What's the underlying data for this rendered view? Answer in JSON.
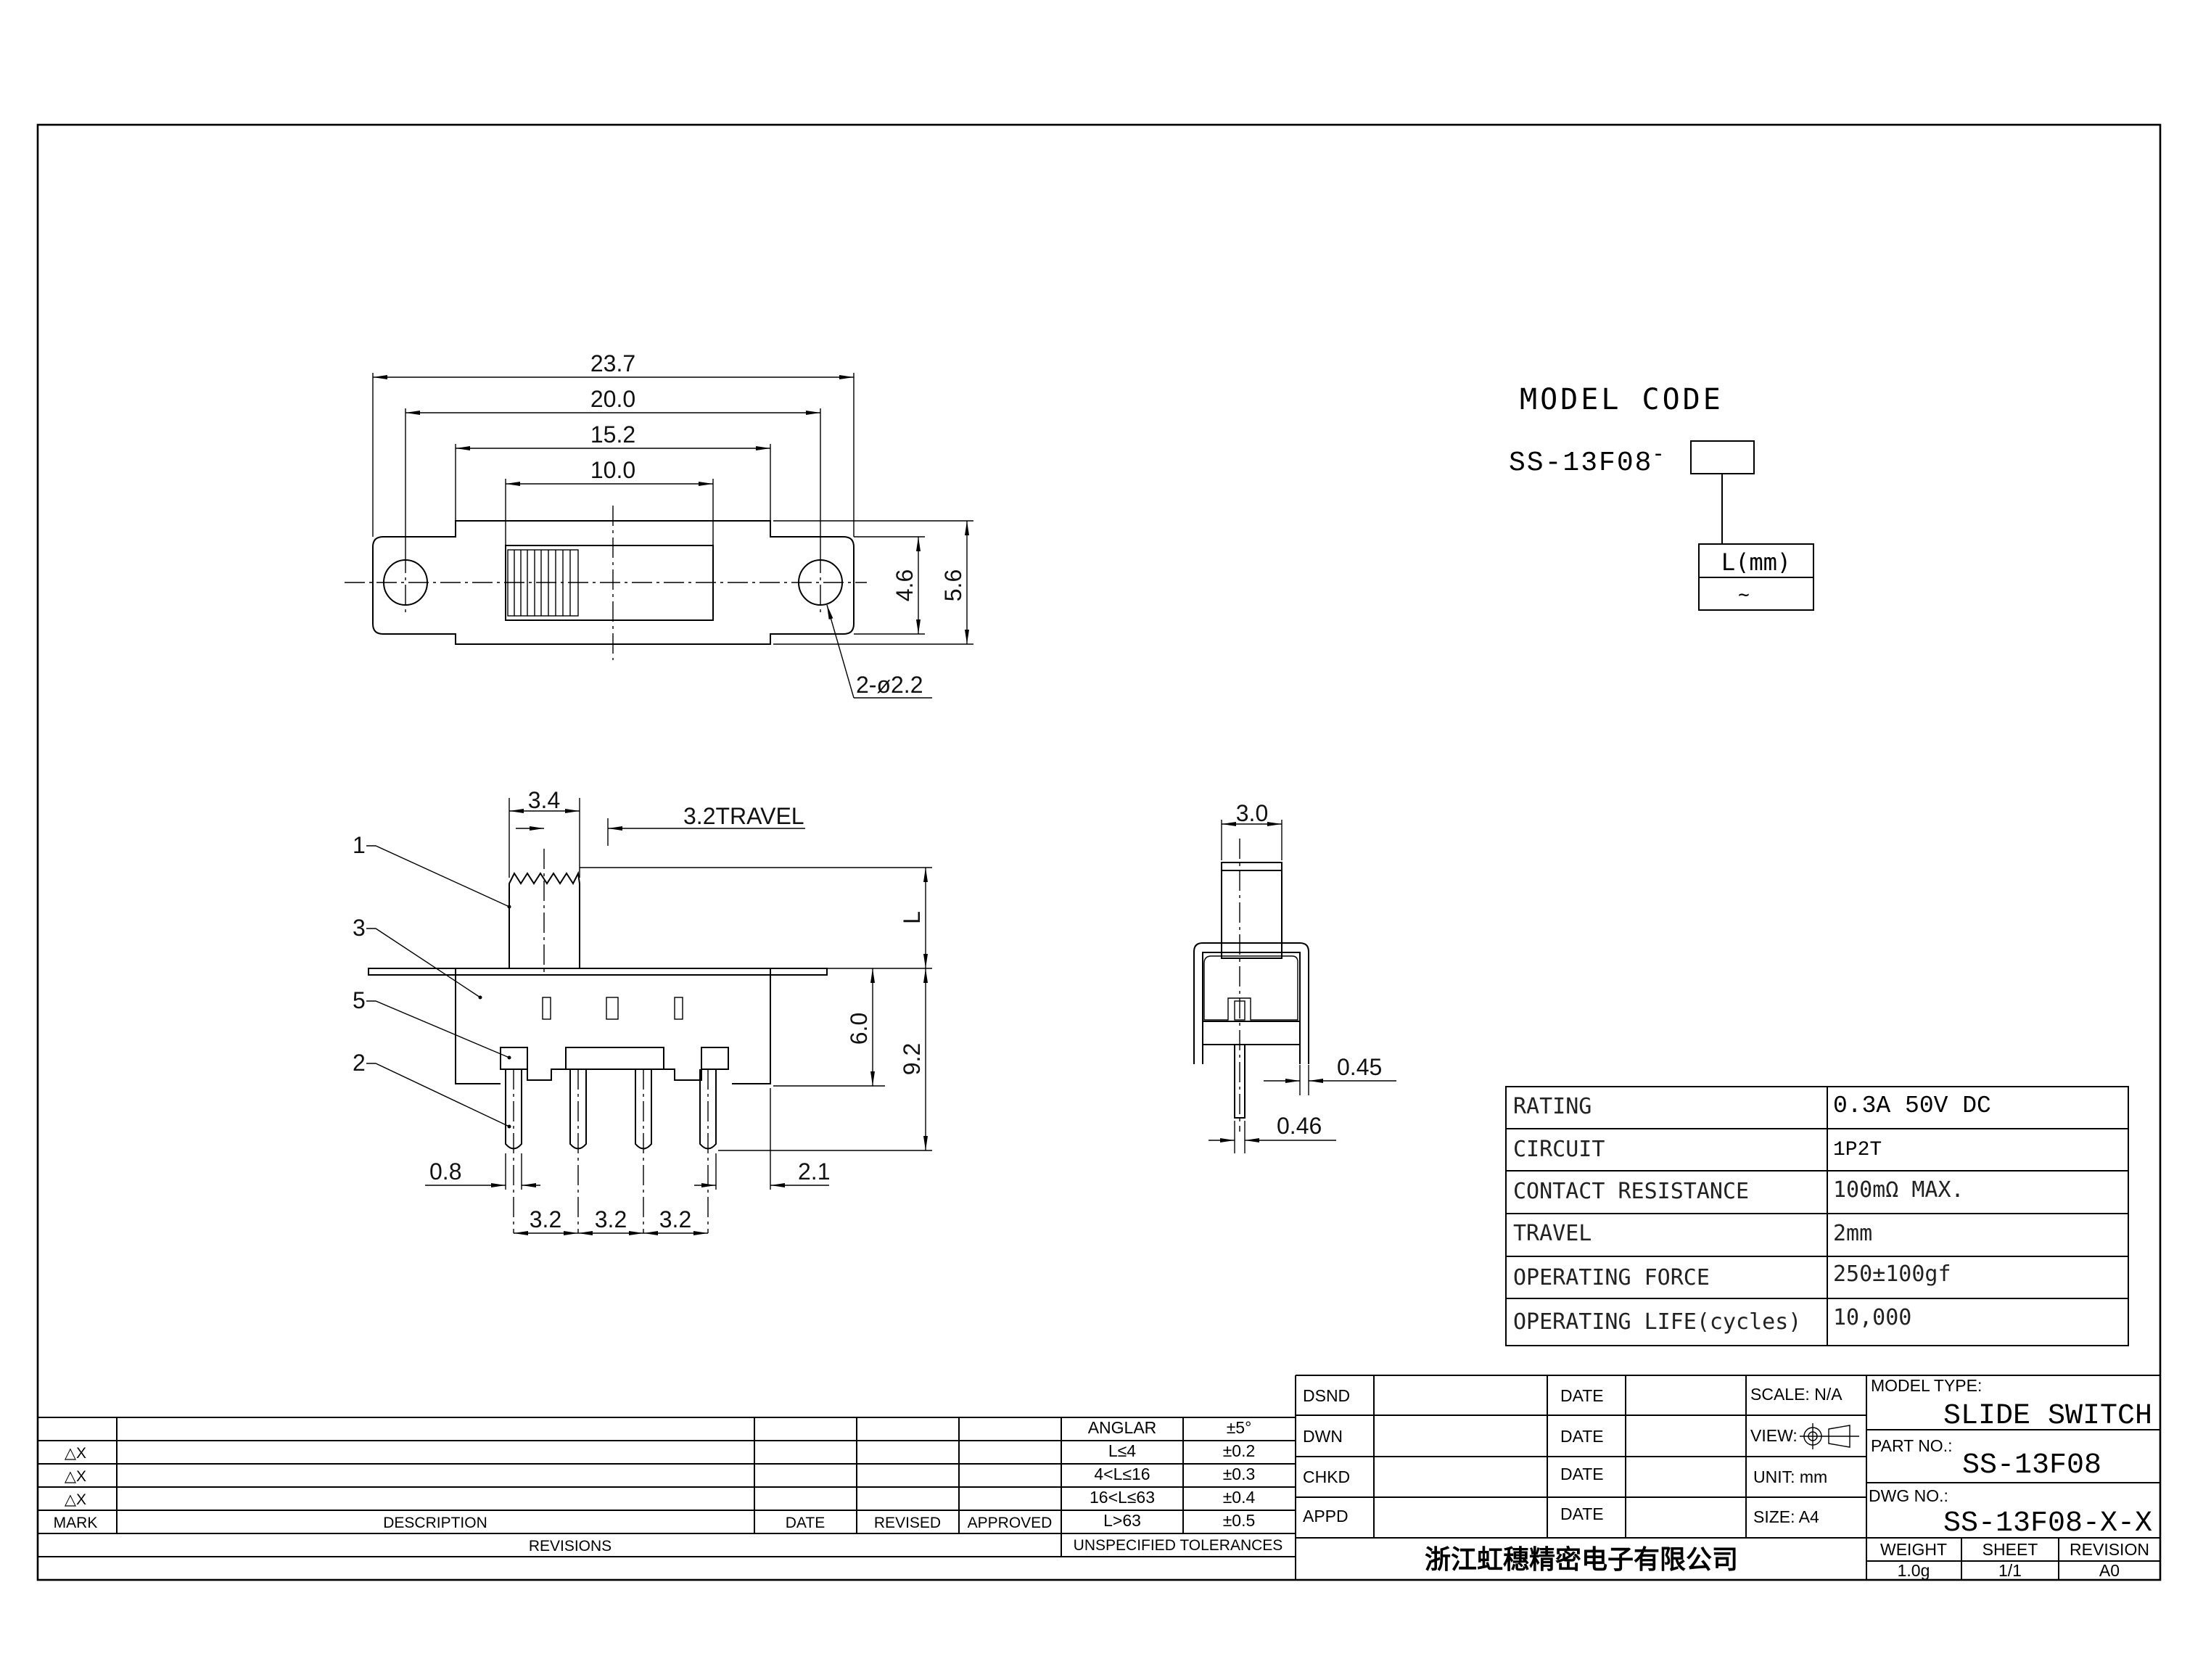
{
  "drawing": {
    "top_view": {
      "dims": {
        "overall": "23.7",
        "hole_pitch": "20.0",
        "body": "15.2",
        "slot": "10.0",
        "inner_height": "4.6",
        "outer_height": "5.6",
        "holes": "2-ø2.2"
      }
    },
    "side_view": {
      "dims": {
        "actuator_width": "3.4",
        "travel": "3.2TRAVEL",
        "actuator_height": "L",
        "body_height": "6.0",
        "total_height": "9.2",
        "pin_width": "0.8",
        "pin_offset": "2.1",
        "pitch_1": "3.2",
        "pitch_2": "3.2",
        "pitch_3": "3.2"
      },
      "callouts": [
        "1",
        "3",
        "5",
        "2"
      ]
    },
    "end_view": {
      "dims": {
        "actuator_width": "3.0",
        "frame_thickness": "0.45",
        "pin_thickness": "0.46"
      }
    }
  },
  "model_code": {
    "title": "MODEL CODE",
    "prefix": "SS-13F08",
    "separator": "-",
    "option_header": "L(mm)",
    "option_value": "~"
  },
  "spec_table": {
    "rows": [
      {
        "label": "RATING",
        "value": "0.3A 50V DC"
      },
      {
        "label": "CIRCUIT",
        "value": "1P2T"
      },
      {
        "label": "CONTACT RESISTANCE",
        "value": "100mΩ MAX."
      },
      {
        "label": "TRAVEL",
        "value": "2mm"
      },
      {
        "label": "OPERATING FORCE",
        "value": "250±100gf"
      },
      {
        "label": "OPERATING LIFE(cycles)",
        "value": "10,000"
      }
    ]
  },
  "revisions": {
    "marks": [
      "",
      "△X",
      "△X",
      "△X"
    ],
    "headers": {
      "mark": "MARK",
      "description": "DESCRIPTION",
      "date": "DATE",
      "revised": "REVISED",
      "approved": "APPROVED"
    },
    "footer": "REVISIONS"
  },
  "tolerances": {
    "rows": [
      {
        "range": "ANGLAR",
        "tol": "±5°"
      },
      {
        "range": "L≤4",
        "tol": "±0.2"
      },
      {
        "range": "4<L≤16",
        "tol": "±0.3"
      },
      {
        "range": "16<L≤63",
        "tol": "±0.4"
      },
      {
        "range": "L>63",
        "tol": "±0.5"
      }
    ],
    "footer": "UNSPECIFIED TOLERANCES"
  },
  "title_block": {
    "roles": [
      "DSND",
      "DWN",
      "CHKD",
      "APPD"
    ],
    "date_label": "DATE",
    "scale": "SCALE: N/A",
    "view": "VIEW:",
    "unit": "UNIT: mm",
    "size": "SIZE: A4",
    "company": "浙江虹穗精密电子有限公司",
    "model_type_label": "MODEL TYPE:",
    "model_type": "SLIDE SWITCH",
    "part_no_label": "PART NO.:",
    "part_no": "SS-13F08",
    "dwg_no_label": "DWG NO.:",
    "dwg_no": "SS-13F08-X-X",
    "weight_label": "WEIGHT",
    "weight": "1.0g",
    "sheet_label": "SHEET",
    "sheet": "1/1",
    "revision_label": "REVISION",
    "revision": "A0"
  }
}
